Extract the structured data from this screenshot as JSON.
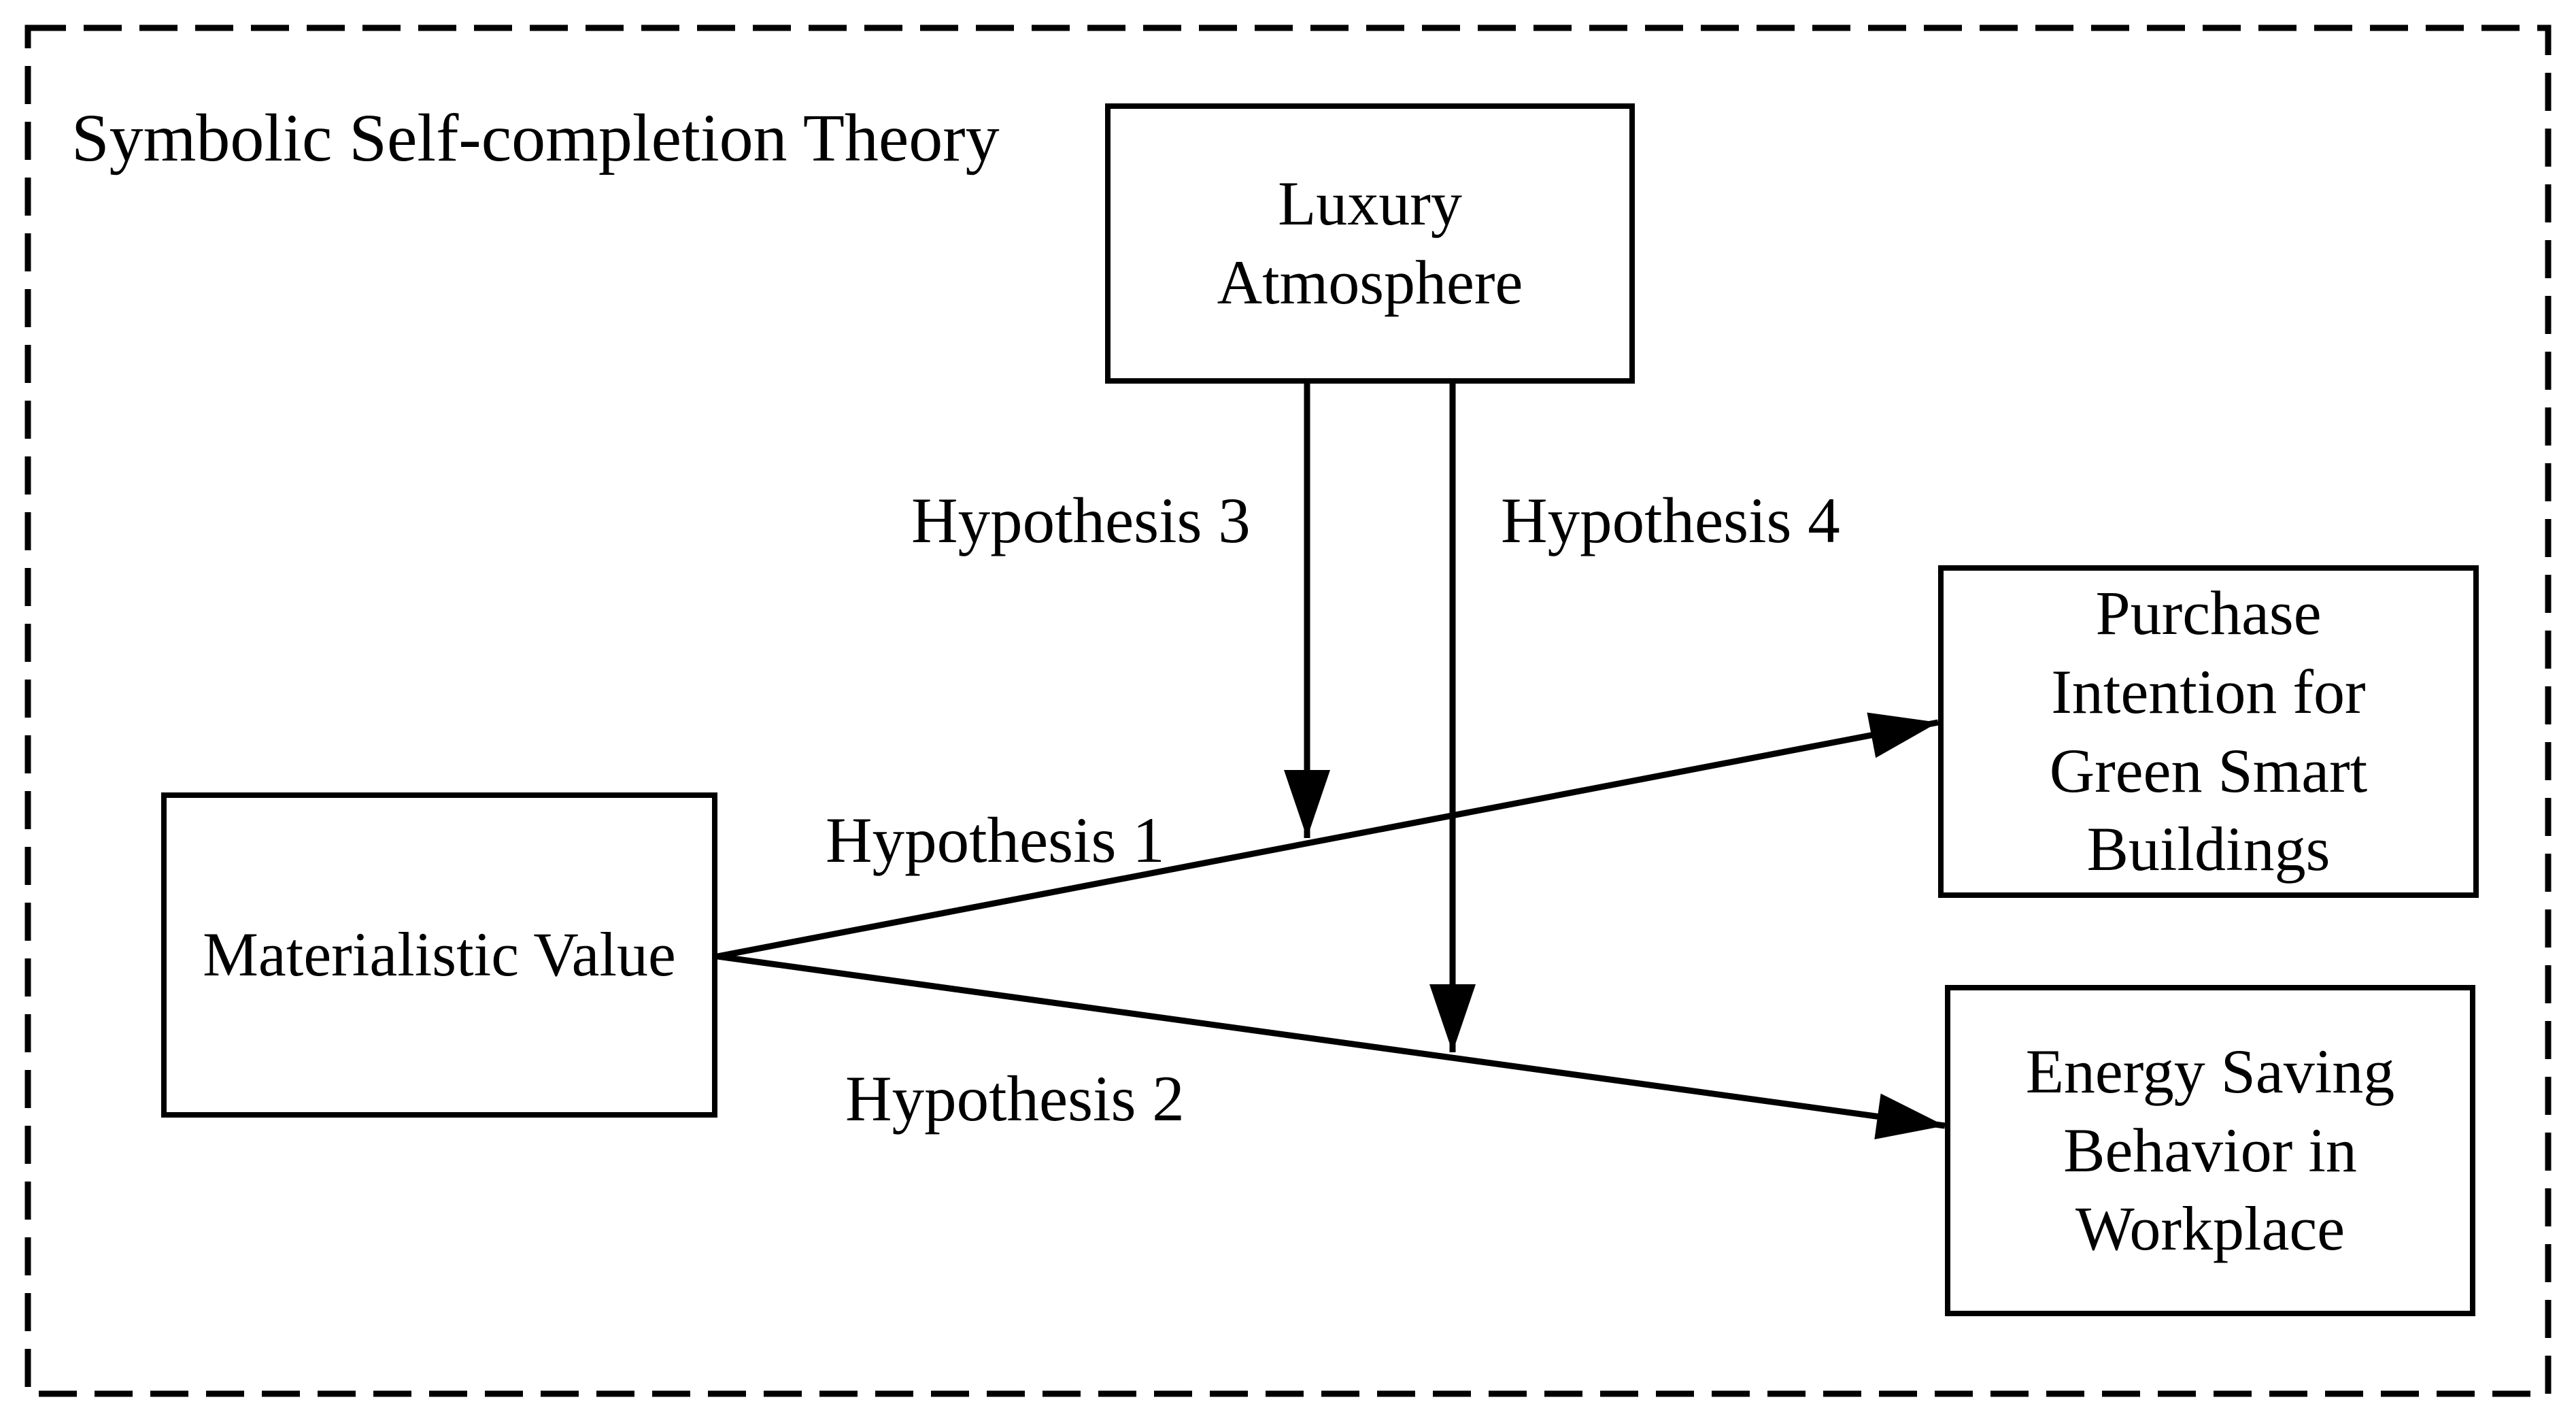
{
  "title": "Symbolic Self-completion Theory",
  "colors": {
    "ink": "#000000",
    "background": "#ffffff"
  },
  "nodes": [
    {
      "id": "luxury-atmosphere",
      "label": "Luxury\nAtmosphere"
    },
    {
      "id": "materialistic-value",
      "label": "Materialistic Value"
    },
    {
      "id": "purchase-intention",
      "label": "Purchase\nIntention for\nGreen Smart\nBuildings"
    },
    {
      "id": "energy-saving",
      "label": "Energy Saving\nBehavior in\nWorkplace"
    }
  ],
  "edges": [
    {
      "id": "h1",
      "label": "Hypothesis 1",
      "from": "materialistic-value",
      "to": "purchase-intention"
    },
    {
      "id": "h2",
      "label": "Hypothesis 2",
      "from": "materialistic-value",
      "to": "energy-saving"
    },
    {
      "id": "h3",
      "label": "Hypothesis 3",
      "from": "luxury-atmosphere",
      "to": "edge-h1"
    },
    {
      "id": "h4",
      "label": "Hypothesis 4",
      "from": "luxury-atmosphere",
      "to": "edge-h2"
    }
  ]
}
